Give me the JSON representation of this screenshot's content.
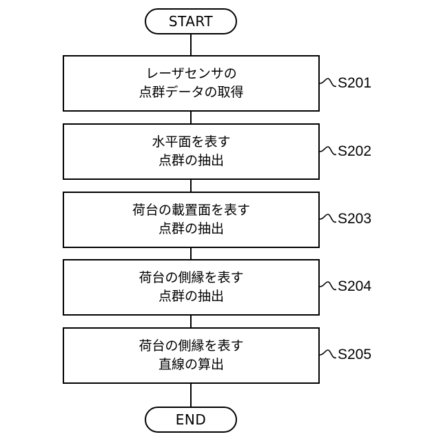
{
  "flowchart": {
    "start_label": "START",
    "end_label": "END",
    "steps": [
      {
        "id": "S201",
        "line1": "レーザセンサの",
        "line2": "点群データの取得"
      },
      {
        "id": "S202",
        "line1": "水平面を表す",
        "line2": "点群の抽出"
      },
      {
        "id": "S203",
        "line1": "荷台の載置面を表す",
        "line2": "点群の抽出"
      },
      {
        "id": "S204",
        "line1": "荷台の側縁を表す",
        "line2": "点群の抽出"
      },
      {
        "id": "S205",
        "line1": "荷台の側縁を表す",
        "line2": "直線の算出"
      }
    ]
  }
}
